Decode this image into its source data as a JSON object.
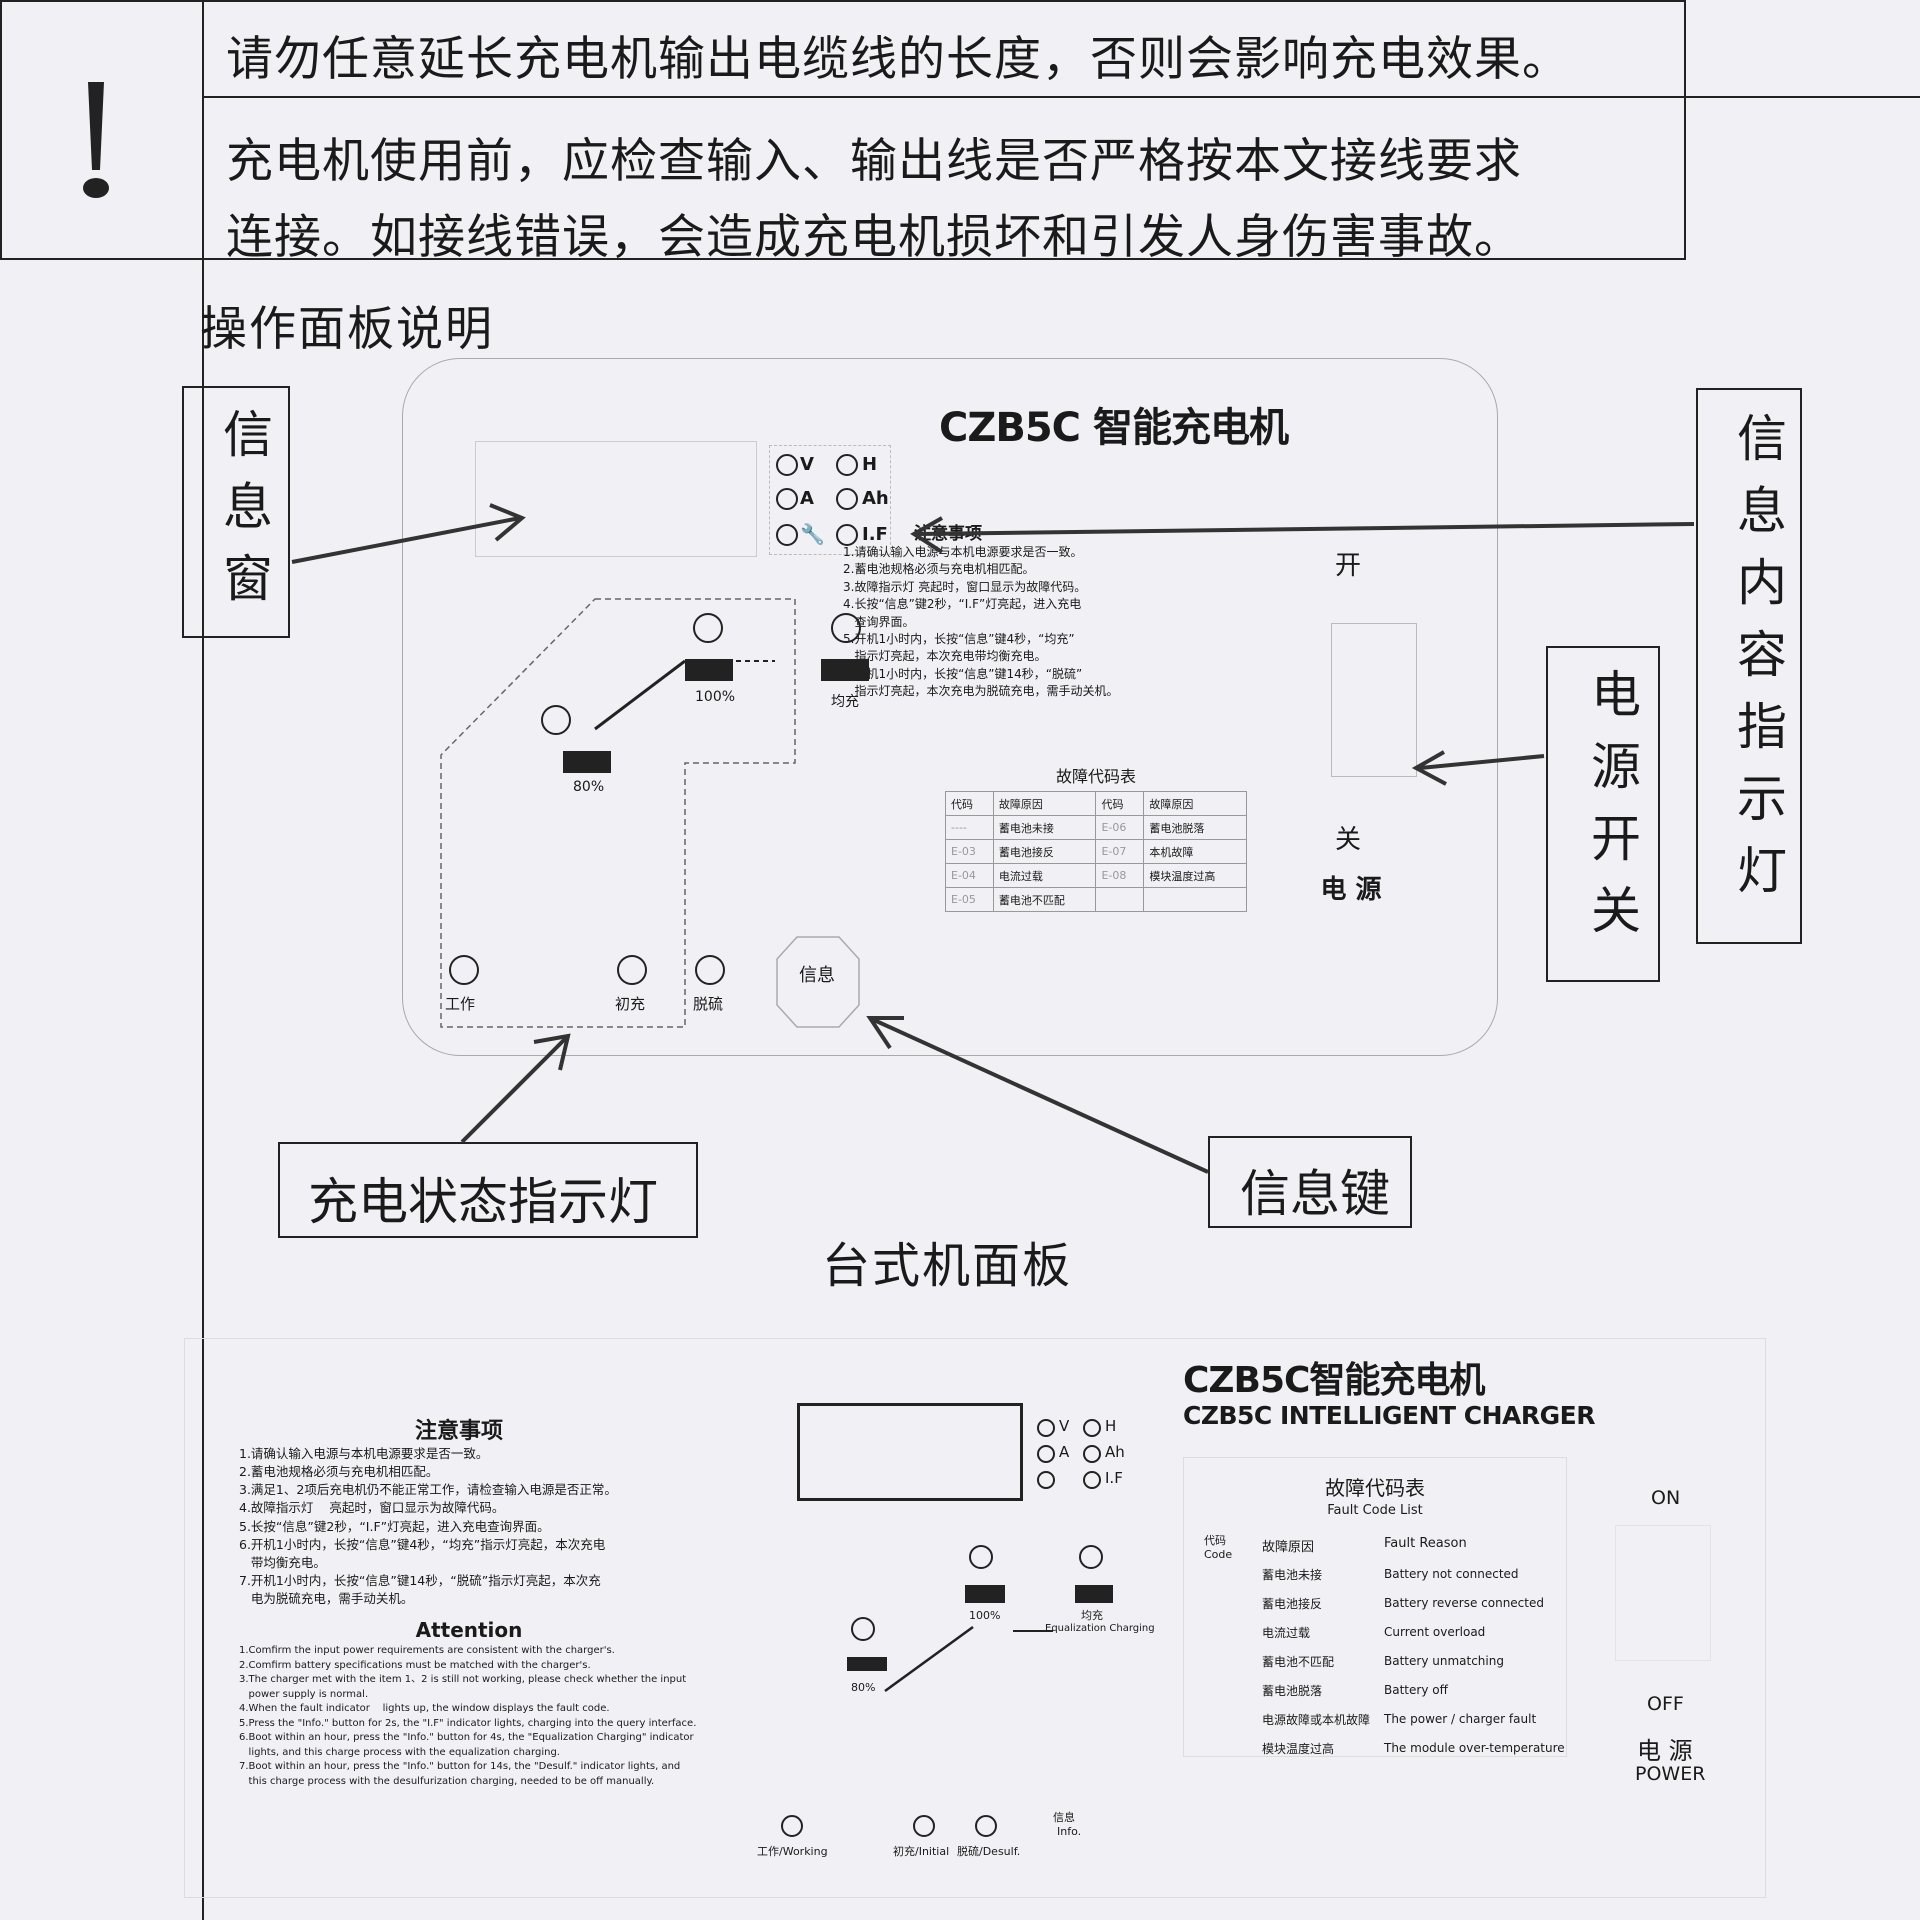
{
  "warning": {
    "line1": "请勿任意延长充电机输出电缆线的长度，否则会影响充电效果。",
    "line2a": "充电机使用前，应检查输入、输出线是否严格按本文接线要求",
    "line2b": "连接。如接线错误，会造成充电机损坏和引发人身伤害事故。",
    "icon": "exclamation-icon"
  },
  "section_title": "操作面板说明",
  "callouts": {
    "info_window": "信息窗",
    "info_indicator": "信息内容指示灯",
    "power_switch": "电源开关",
    "charge_status": "充电状态指示灯",
    "info_key": "信息键"
  },
  "panel1": {
    "brand": "CZB5C 智能充电机",
    "indicators": [
      "V",
      "H",
      "A",
      "Ah",
      "I.F"
    ],
    "notice_title": "注意事项",
    "notice_items": [
      "1.请确认输入电源与本机电源要求是否一致。",
      "2.蓄电池规格必须与充电机相匹配。",
      "3.故障指示灯 亮起时，窗口显示为故障代码。",
      "4.长按“信息”键2秒，“I.F”灯亮起，进入充电",
      "   查询界面。",
      "5.开机1小时内，长按“信息”键4秒，“均充”",
      "   指示灯亮起，本次充电带均衡充电。",
      "6.开机1小时内，长按“信息”键14秒，“脱硫”",
      "   指示灯亮起，本次充电为脱硫充电，需手动关机。"
    ],
    "fault_title": "故障代码表",
    "fault_headers": [
      "代码",
      "故障原因",
      "代码",
      "故障原因"
    ],
    "fault_rows": [
      [
        "----",
        "蓄电池未接",
        "E-06",
        "蓄电池脱落"
      ],
      [
        "E-03",
        "蓄电池接反",
        "E-07",
        "本机故障"
      ],
      [
        "E-04",
        "电流过载",
        "E-08",
        "模块温度过高"
      ],
      [
        "E-05",
        "蓄电池不匹配",
        "",
        ""
      ]
    ],
    "switch_on": "开",
    "switch_off": "关",
    "switch_label": "电 源",
    "battery_100": "100%",
    "battery_80": "80%",
    "equalize": "均充",
    "work": "工作",
    "initial": "初充",
    "desulf": "脱硫",
    "info_button": "信息"
  },
  "panel2_title": "台式机面板",
  "panel2": {
    "brand_cn": "CZB5C智能充电机",
    "brand_en": "CZB5C INTELLIGENT CHARGER",
    "notice_title": "注意事项",
    "notice_items": [
      "1.请确认输入电源与本机电源要求是否一致。",
      "2.蓄电池规格必须与充电机相匹配。",
      "3.满足1、2项后充电机仍不能正常工作，请检查输入电源是否正常。",
      "4.故障指示灯    亮起时，窗口显示为故障代码。",
      "5.长按“信息”键2秒，“I.F”灯亮起，进入充电查询界面。",
      "6.开机1小时内，长按“信息”键4秒，“均充”指示灯亮起，本次充电",
      "   带均衡充电。",
      "7.开机1小时内，长按“信息”键14秒，“脱硫”指示灯亮起，本次充",
      "   电为脱硫充电，需手动关机。"
    ],
    "attention_title": "Attention",
    "attention_items": [
      "1.Comfirm the input power requirements are consistent with the charger's.",
      "2.Comfirm battery specifications must be matched with the charger's.",
      "3.The charger met with the item 1、2 is still not working, please check whether the input",
      "   power supply is normal.",
      "4.When the fault indicator    lights up, the window displays the fault code.",
      "5.Press the \"Info.\" button for 2s, the \"I.F\" indicator lights, charging into the query interface.",
      "6.Boot within an hour, press the \"Info.\" button for 4s, the \"Equalization Charging\" indicator",
      "   lights, and this charge process with the equalization charging.",
      "7.Boot within an hour, press the \"Info.\" button for 14s, the \"Desulf.\" indicator lights, and",
      "   this charge process with the desulfurization charging, needed to be off manually."
    ],
    "indicators": [
      "V",
      "H",
      "A",
      "Ah",
      "I.F"
    ],
    "battery_100": "100%",
    "battery_80": "80%",
    "equalize_cn": "均充",
    "equalize_en": "Equalization Charging",
    "work": "工作/Working",
    "initial": "初充/Initial",
    "desulf": "脱硫/Desulf.",
    "info_cn": "信息",
    "info_en": "Info.",
    "fault_title_cn": "故障代码表",
    "fault_title_en": "Fault Code List",
    "fault_header_code": "代码 Code",
    "fault_header_reason_cn": "故障原因",
    "fault_header_reason_en": "Fault Reason",
    "fault_rows": [
      [
        "蓄电池未接",
        "Battery not connected"
      ],
      [
        "蓄电池接反",
        "Battery reverse connected"
      ],
      [
        "电流过载",
        "Current overload"
      ],
      [
        "蓄电池不匹配",
        "Battery unmatching"
      ],
      [
        "蓄电池脱落",
        "Battery off"
      ],
      [
        "电源故障或本机故障",
        "The power /  charger fault"
      ],
      [
        "模块温度过高",
        "The module over-temperature"
      ]
    ],
    "on": "ON",
    "off": "OFF",
    "power_cn": "电 源",
    "power_en": "POWER"
  }
}
